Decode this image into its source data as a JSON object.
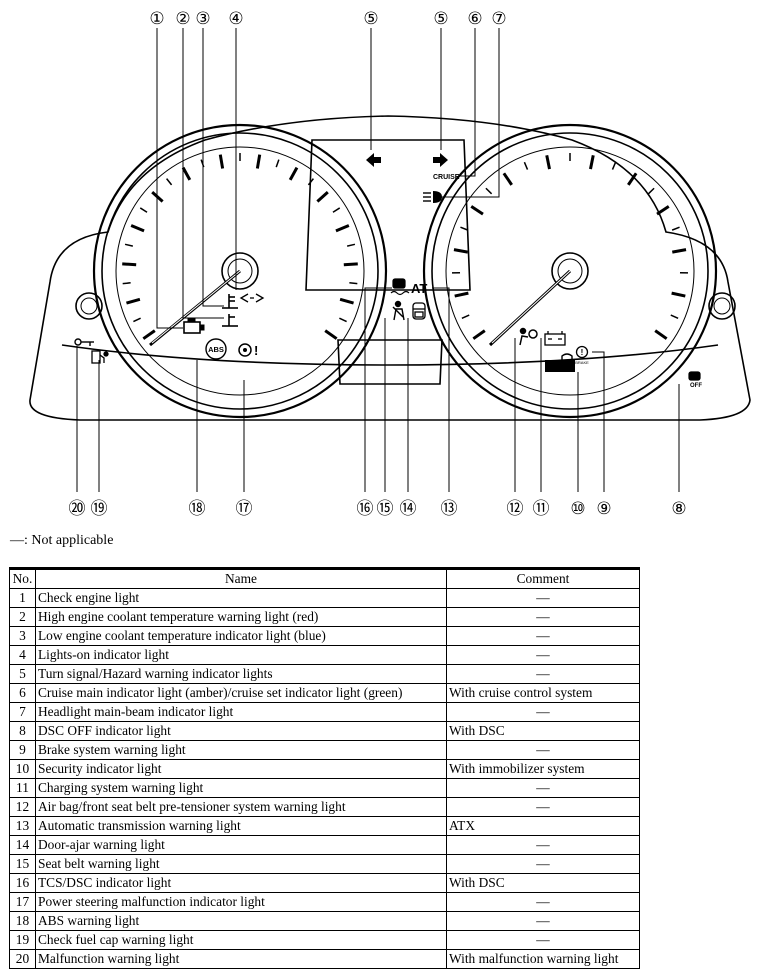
{
  "diagram": {
    "callouts": [
      {
        "num": "1",
        "label": "①"
      },
      {
        "num": "2",
        "label": "②"
      },
      {
        "num": "3",
        "label": "③"
      },
      {
        "num": "4",
        "label": "④"
      },
      {
        "num": "5a",
        "label": "⑤"
      },
      {
        "num": "5b",
        "label": "⑤"
      },
      {
        "num": "6",
        "label": "⑥"
      },
      {
        "num": "7",
        "label": "⑦"
      },
      {
        "num": "8",
        "label": "⑧"
      },
      {
        "num": "9",
        "label": "⑨"
      },
      {
        "num": "10",
        "label": "⑩"
      },
      {
        "num": "11",
        "label": "⑪"
      },
      {
        "num": "12",
        "label": "⑫"
      },
      {
        "num": "13",
        "label": "⑬"
      },
      {
        "num": "14",
        "label": "⑭"
      },
      {
        "num": "15",
        "label": "⑮"
      },
      {
        "num": "16",
        "label": "⑯"
      },
      {
        "num": "17",
        "label": "⑰"
      },
      {
        "num": "18",
        "label": "⑱"
      },
      {
        "num": "19",
        "label": "⑲"
      },
      {
        "num": "20",
        "label": "⑳"
      }
    ],
    "icon_texts": {
      "cruise": "CRUISE",
      "at": "AT",
      "abs": "ABS",
      "brake": "BRAKE",
      "off": "OFF",
      "exclaim": "!"
    },
    "icons": [
      "check-engine-icon",
      "coolant-high-icon",
      "coolant-low-icon",
      "lights-on-icon",
      "turn-left-icon",
      "turn-right-icon",
      "cruise-icon",
      "headlight-beam-icon",
      "dsc-off-icon",
      "brake-warning-icon",
      "security-icon",
      "charging-icon",
      "airbag-icon",
      "at-warning-icon",
      "door-ajar-icon",
      "seat-belt-icon",
      "tcs-dsc-icon",
      "power-steering-icon",
      "abs-icon",
      "fuel-cap-icon",
      "malfunction-key-icon"
    ]
  },
  "note": "—: Not applicable",
  "table": {
    "headers": {
      "no": "No.",
      "name": "Name",
      "comment": "Comment"
    },
    "rows": [
      {
        "no": "1",
        "name": "Check engine light",
        "comment": "—"
      },
      {
        "no": "2",
        "name": "High engine coolant temperature warning light (red)",
        "comment": "—"
      },
      {
        "no": "3",
        "name": "Low engine coolant temperature indicator light (blue)",
        "comment": "—"
      },
      {
        "no": "4",
        "name": "Lights-on indicator light",
        "comment": "—"
      },
      {
        "no": "5",
        "name": "Turn signal/Hazard warning indicator lights",
        "comment": "—"
      },
      {
        "no": "6",
        "name": "Cruise main indicator light (amber)/cruise set indicator light (green)",
        "comment": "With cruise control system"
      },
      {
        "no": "7",
        "name": "Headlight main-beam indicator light",
        "comment": "—"
      },
      {
        "no": "8",
        "name": "DSC OFF indicator light",
        "comment": "With DSC"
      },
      {
        "no": "9",
        "name": "Brake system warning light",
        "comment": "—"
      },
      {
        "no": "10",
        "name": "Security indicator light",
        "comment": "With immobilizer system"
      },
      {
        "no": "11",
        "name": "Charging system warning light",
        "comment": "—"
      },
      {
        "no": "12",
        "name": "Air bag/front seat belt pre-tensioner system warning light",
        "comment": "—"
      },
      {
        "no": "13",
        "name": "Automatic transmission warning light",
        "comment": "ATX"
      },
      {
        "no": "14",
        "name": "Door-ajar warning light",
        "comment": "—"
      },
      {
        "no": "15",
        "name": "Seat belt warning light",
        "comment": "—"
      },
      {
        "no": "16",
        "name": "TCS/DSC indicator light",
        "comment": "With DSC"
      },
      {
        "no": "17",
        "name": "Power steering malfunction indicator light",
        "comment": "—"
      },
      {
        "no": "18",
        "name": "ABS warning light",
        "comment": "—"
      },
      {
        "no": "19",
        "name": "Check fuel cap warning light",
        "comment": "—"
      },
      {
        "no": "20",
        "name": "Malfunction warning light",
        "comment": "With malfunction warning light"
      }
    ]
  }
}
